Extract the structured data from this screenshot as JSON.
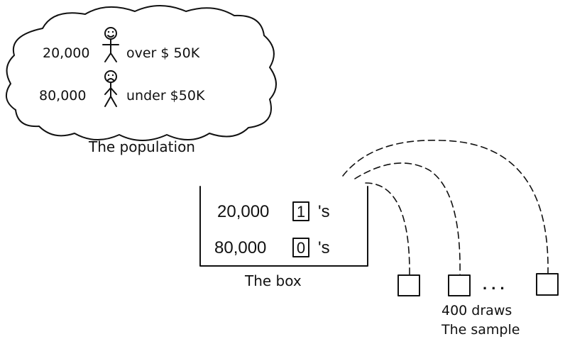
{
  "population": {
    "caption": "The population",
    "rows": [
      {
        "count": "20,000",
        "label": "over $ 50K",
        "face": "happy-face-icon"
      },
      {
        "count": "80,000",
        "label": "under $50K",
        "face": "sad-face-icon"
      }
    ]
  },
  "box": {
    "caption": "The box",
    "rows": [
      {
        "count": "20,000",
        "ticket": "1",
        "suffix": "'s"
      },
      {
        "count": "80,000",
        "ticket": "0",
        "suffix": "'s"
      }
    ]
  },
  "sample": {
    "ellipsis": ". . .",
    "draws_label": "400 draws",
    "caption": "The sample"
  }
}
